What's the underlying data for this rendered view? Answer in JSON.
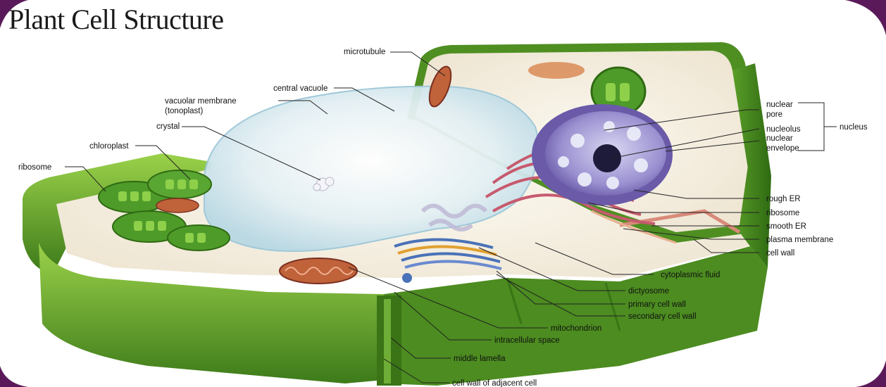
{
  "title": "Plant Cell Structure",
  "colors": {
    "corner": "#5a1a5a",
    "wall_dark": "#3f7a1c",
    "wall_light": "#8cc63f",
    "cytoplasm": "#f3ede0",
    "vacuole": "#d6eaf0",
    "nucleus": "#8577c0",
    "chloroplast": "#4e9b2a",
    "mitochondrion": "#c0623a",
    "er": "#c75a6e",
    "golgi": "#4a72b8"
  },
  "labels": {
    "microtubule": "microtubule",
    "central_vacuole": "central vacuole",
    "vacuolar_membrane_1": "vacuolar membrane",
    "vacuolar_membrane_2": "(tonoplast)",
    "crystal": "crystal",
    "chloroplast": "chloroplast",
    "ribosome_left": "ribosome",
    "nuclear_pore_1": "nuclear",
    "nuclear_pore_2": "pore",
    "nucleolus": "nucleolus",
    "nuclear_envelope_1": "nuclear",
    "nuclear_envelope_2": "envelope",
    "nucleus": "nucleus",
    "rough_er": "rough ER",
    "ribosome_right": "ribosome",
    "smooth_er": "smooth ER",
    "plasma_membrane": "plasma membrane",
    "cell_wall": "cell wall",
    "cytoplasmic_fluid": "cytoplasmic fluid",
    "dictyosome": "dictyosome",
    "primary_cell_wall": "primary cell wall",
    "secondary_cell_wall": "secondary cell wall",
    "mitochondrion": "mitochondrion",
    "intracellular_space": "intracellular space",
    "middle_lamella": "middle lamella",
    "cell_wall_adjacent": "cell wall of adjacent cell"
  }
}
